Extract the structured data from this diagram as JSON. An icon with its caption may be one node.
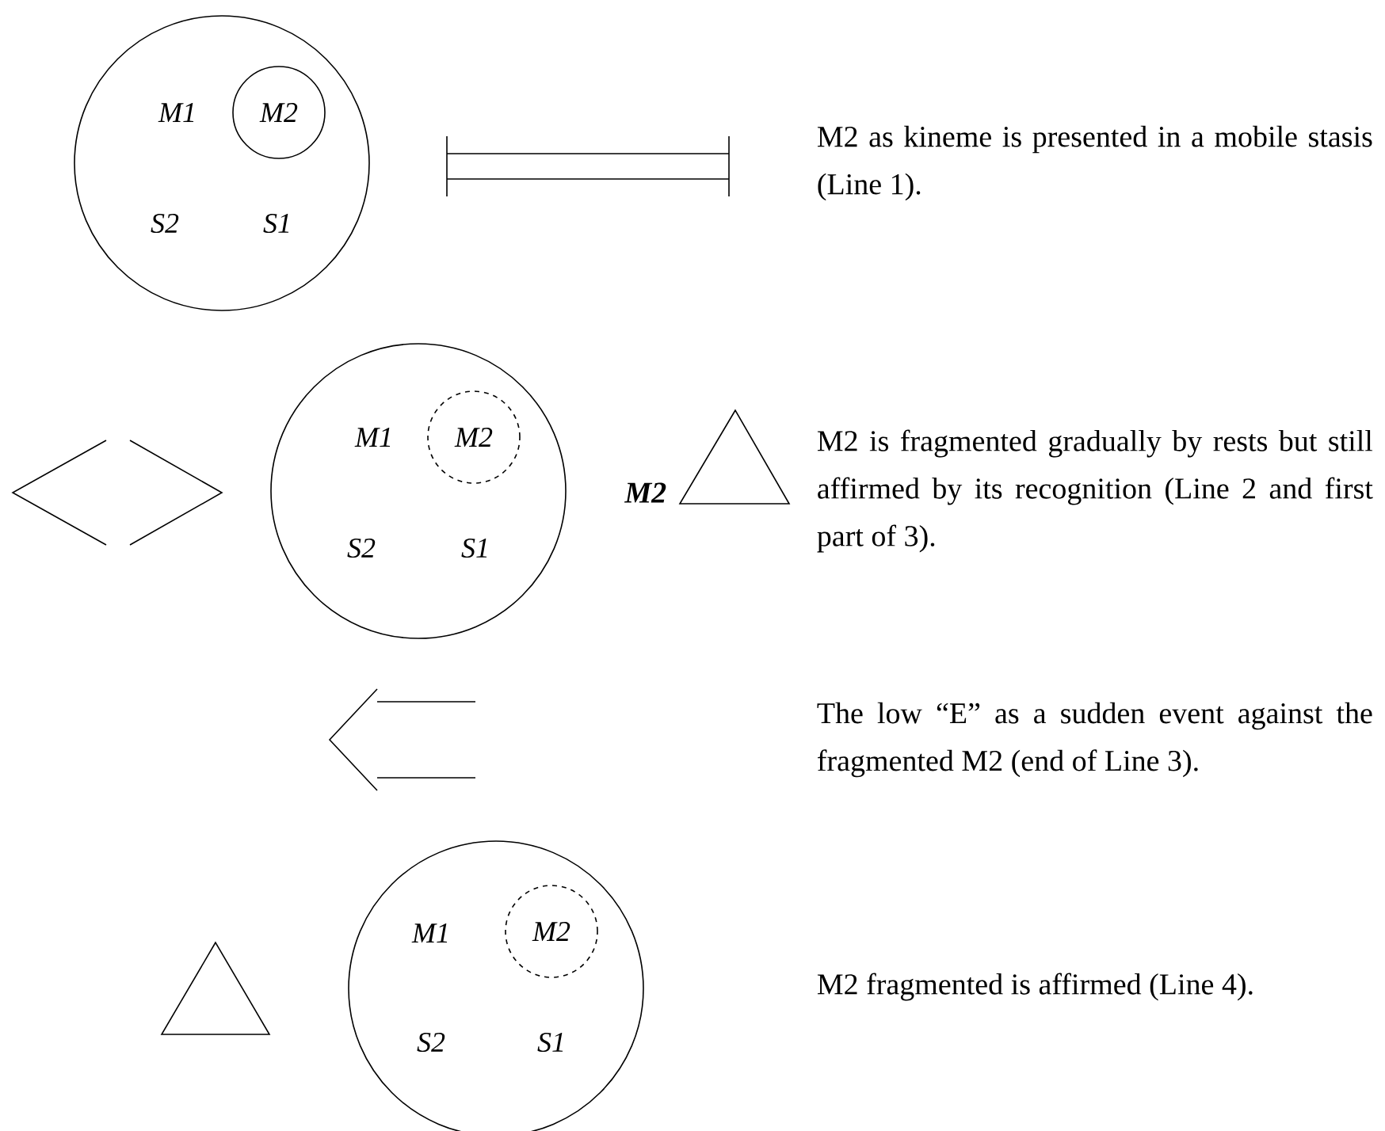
{
  "diagram": {
    "nodes": [
      {
        "text": [
          "M1",
          "S2",
          "S1"
        ]
      },
      {
        "text": [
          "M2"
        ],
        "in": 0
      },
      {
        "text": [
          "M1",
          "S2",
          "S1"
        ]
      },
      {
        "text": [
          "M2"
        ],
        "in": 2
      },
      {
        "text": [
          "M1",
          "S2",
          "S1"
        ]
      },
      {
        "text": [
          "M2"
        ],
        "in": 4
      }
    ],
    "labels": [
      "M2 as kineme is presented in a mobile stasis (Line 1).",
      "M2",
      "M2 is fragmented gradually by rests but still affirmed by its recognition (Line 2 and first part of 3).",
      "The low “E” as a sudden event against the fragmented M2 (end of Line 3).",
      "M2 fragmented is affirmed (Line 4)."
    ]
  }
}
